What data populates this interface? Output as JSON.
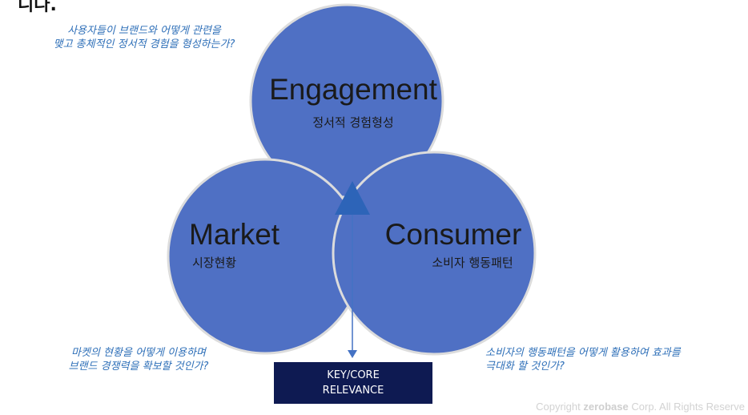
{
  "heading_fragment": "니다.",
  "diagram": {
    "engagement": {
      "title": "Engagement",
      "subtitle": "정서적 경험형성"
    },
    "market": {
      "title": "Market",
      "subtitle": "시장현황"
    },
    "consumer": {
      "title": "Consumer",
      "subtitle": "소비자 행동패턴"
    },
    "key_label_line1": "KEY/CORE",
    "key_label_line2": "RELEVANCE"
  },
  "questions": {
    "engagement": [
      "사용자들이 브랜드와 어떻게 관련을",
      "맺고 총체적인 정서적 경험을 형성하는가?"
    ],
    "market": [
      "마켓의 현황을 어떻게 이용하며",
      "브랜드 경쟁력을 확보할 것인가?"
    ],
    "consumer": [
      "소비자의 행동패턴을 어떻게 활용하여 효과를",
      "극대화 할 것인가?"
    ]
  },
  "copyright": {
    "prefix": "Copyright",
    "brand": "zerobase",
    "suffix": "Corp. All Rights Reserve"
  },
  "colors": {
    "circle_fill": "#4f70c4",
    "circle_stroke": "#dcdcdc",
    "triangle": "#2d64b8",
    "arrow": "#4472c4",
    "question_text": "#2e6fb8",
    "key_box": "#0e1a52"
  }
}
